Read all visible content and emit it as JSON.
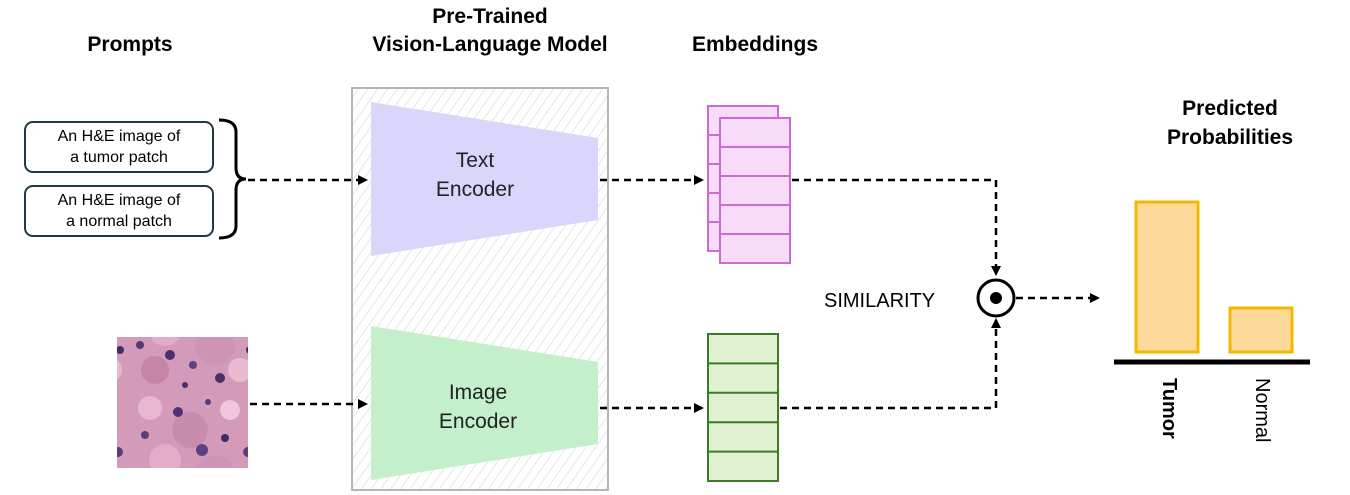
{
  "headers": {
    "prompts": "Prompts",
    "model_line1": "Pre-Trained",
    "model_line2": "Vision-Language Model",
    "embeddings": "Embeddings",
    "predicted_line1": "Predicted",
    "predicted_line2": "Probabilities"
  },
  "prompts": [
    {
      "line1": "An H&E image of",
      "line2": "a tumor patch"
    },
    {
      "line1": "An H&E image of",
      "line2": "a normal patch"
    }
  ],
  "text_encoder": {
    "line1": "Text",
    "line2": "Encoder",
    "color": "#d9d6fb"
  },
  "image_encoder": {
    "line1": "Image",
    "line2": "Encoder",
    "color": "#c3efca"
  },
  "similarity_label": "SIMILARITY",
  "colors": {
    "text_embedding_fill": "#f6dcf8",
    "text_embedding_stroke": "#cc6bd4",
    "image_embedding_fill": "#e0f1d2",
    "image_embedding_stroke": "#3d7a25",
    "bar_fill": "#fdd99a",
    "bar_stroke": "#f5b800"
  },
  "chart_data": {
    "type": "bar",
    "categories": [
      "Tumor",
      "Normal"
    ],
    "values": [
      0.75,
      0.22
    ],
    "category_bold": [
      true,
      false
    ]
  }
}
